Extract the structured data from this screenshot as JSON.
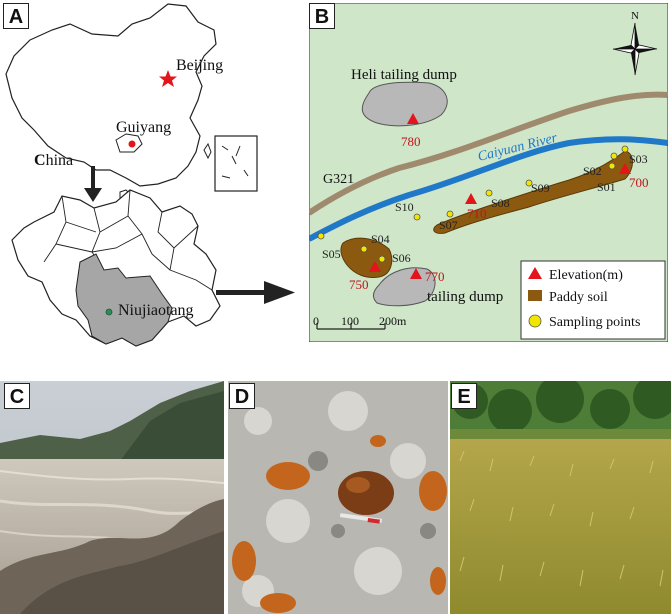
{
  "panels": {
    "a": "A",
    "b": "B",
    "c": "C",
    "d": "D",
    "e": "E"
  },
  "map_a": {
    "beijing": "Beijing",
    "guiyang": "Guiyang",
    "china_initial": "C",
    "china_rest": "hina",
    "niujiaotang": "Niujiaotang",
    "colors": {
      "beijing_star": "#e3141b",
      "guiyang_dot": "#e3141b",
      "region_fill": "#a6a6a6",
      "site_dot": "#2e8b57"
    }
  },
  "map_b": {
    "background": "#cfe6c9",
    "compass_n": "N",
    "heli": "Heli tailing dump",
    "river": "Caiyuan River",
    "road": "G321",
    "tailing": "tailing dump",
    "elevations": [
      "780",
      "710",
      "700",
      "750",
      "770"
    ],
    "samples": [
      "S01",
      "S02",
      "S03",
      "S04",
      "S05",
      "S06",
      "S07",
      "S08",
      "S09",
      "S10"
    ],
    "scale": {
      "zero": "0",
      "mid": "100",
      "end": "200m"
    },
    "legend": {
      "elevation": "Elevation(m)",
      "paddy": "Paddy soil",
      "sampling": "Sampling points"
    },
    "colors": {
      "river": "#1f78c8",
      "road": "#a08a6e",
      "paddy": "#8b5a10",
      "dump": "#b8b8b8",
      "elev": "#e3141b",
      "point": "#f2e600"
    }
  }
}
